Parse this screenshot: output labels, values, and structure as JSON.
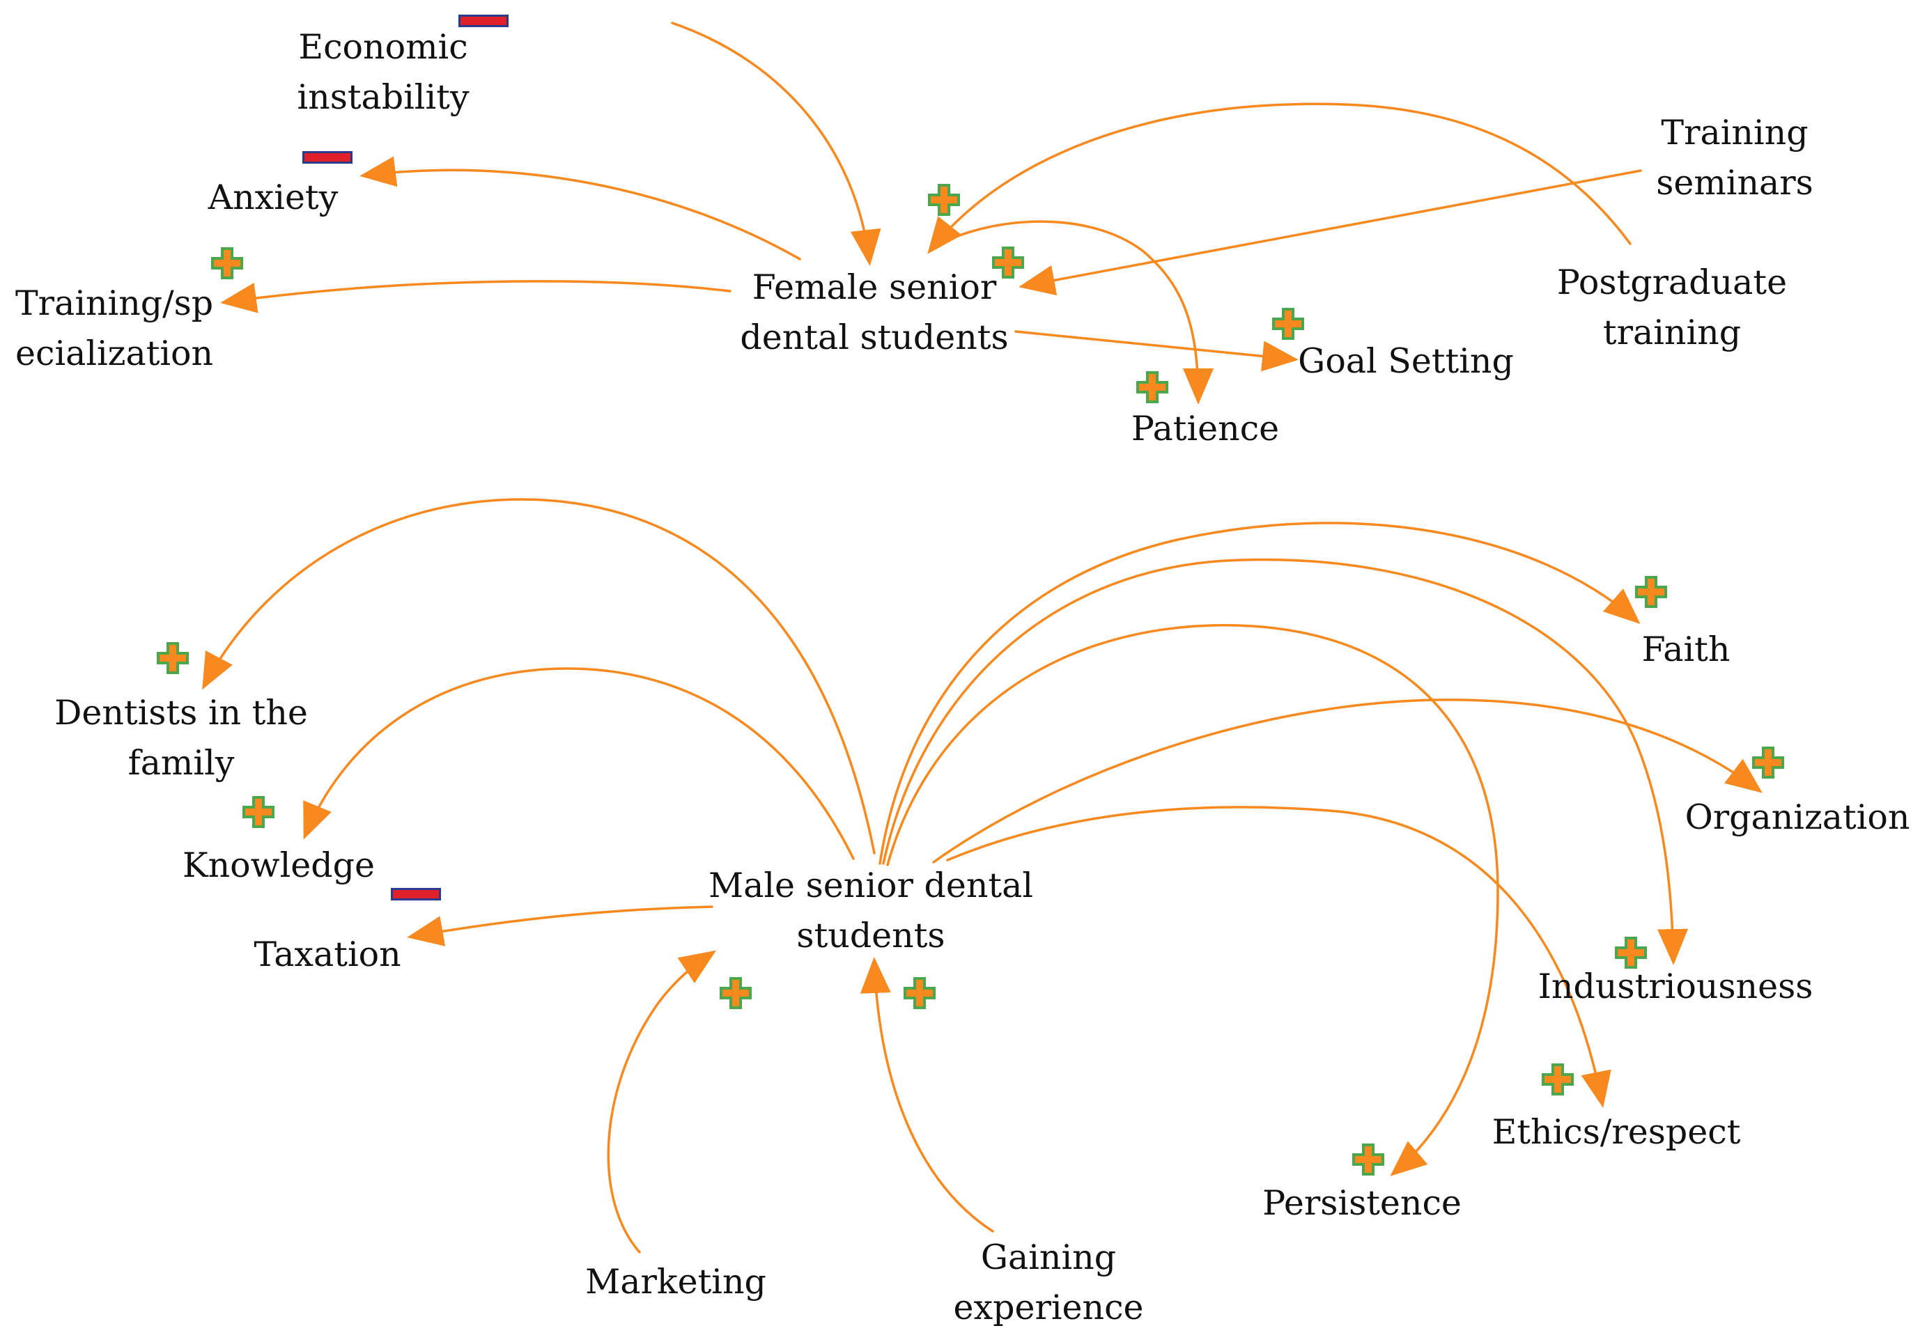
{
  "colors": {
    "arrow": "#F7891E",
    "plus_fill": "#F7891E",
    "plus_outline": "#4CA64C",
    "minus_fill": "#E0202A",
    "minus_outline": "#2B3A8C",
    "text": "#111111"
  },
  "nodes": {
    "economic_instability": "Economic\ninstability",
    "anxiety": "Anxiety",
    "training_specialization": "Training/sp\necialization",
    "female_students": "Female senior\ndental students",
    "training_seminars": "Training\nseminars",
    "postgraduate_training": "Postgraduate\ntraining",
    "goal_setting": "Goal Setting",
    "patience": "Patience",
    "dentists_in_family": "Dentists in the\nfamily",
    "knowledge": "Knowledge",
    "taxation": "Taxation",
    "male_students": "Male senior dental\nstudents",
    "faith": "Faith",
    "organization": "Organization",
    "industriousness": "Industriousness",
    "ethics_respect": "Ethics/respect",
    "persistence": "Persistence",
    "marketing": "Marketing",
    "gaining_experience": "Gaining\nexperience"
  },
  "links": [
    {
      "from": "economic_instability",
      "to": "female_students",
      "polarity": "negative"
    },
    {
      "from": "female_students",
      "to": "anxiety",
      "polarity": "negative"
    },
    {
      "from": "female_students",
      "to": "training_specialization",
      "polarity": "positive"
    },
    {
      "from": "postgraduate_training",
      "to": "female_students",
      "polarity": "positive"
    },
    {
      "from": "training_seminars",
      "to": "female_students",
      "polarity": "positive"
    },
    {
      "from": "female_students",
      "to": "patience",
      "polarity": "positive"
    },
    {
      "from": "female_students",
      "to": "goal_setting",
      "polarity": "positive"
    },
    {
      "from": "male_students",
      "to": "dentists_in_family",
      "polarity": "positive"
    },
    {
      "from": "male_students",
      "to": "knowledge",
      "polarity": "positive"
    },
    {
      "from": "male_students",
      "to": "taxation",
      "polarity": "negative"
    },
    {
      "from": "male_students",
      "to": "faith",
      "polarity": "positive"
    },
    {
      "from": "male_students",
      "to": "organization",
      "polarity": "positive"
    },
    {
      "from": "male_students",
      "to": "industriousness",
      "polarity": "positive"
    },
    {
      "from": "male_students",
      "to": "ethics_respect",
      "polarity": "positive"
    },
    {
      "from": "male_students",
      "to": "persistence",
      "polarity": "positive"
    },
    {
      "from": "marketing",
      "to": "male_students",
      "polarity": "positive"
    },
    {
      "from": "gaining_experience",
      "to": "male_students",
      "polarity": "positive"
    }
  ]
}
